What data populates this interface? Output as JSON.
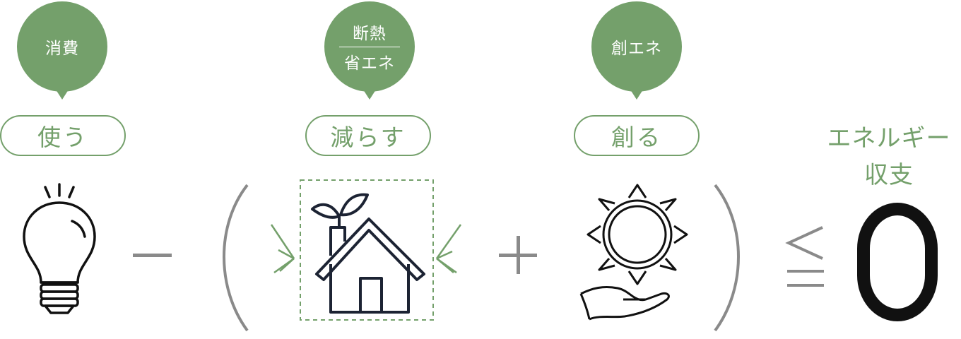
{
  "categories": [
    {
      "key": "consume",
      "bubble": "消費",
      "action": "使う"
    },
    {
      "key": "reduce",
      "bubble_top": "断熱",
      "bubble_bottom": "省エネ",
      "action": "減らす"
    },
    {
      "key": "create",
      "bubble": "創エネ",
      "action": "創る"
    }
  ],
  "result": {
    "label_line1": "エネルギー",
    "label_line2": "収支",
    "value": "0"
  },
  "operators": {
    "minus": "minus",
    "plus": "plus",
    "leq": "less-than-or-equal"
  },
  "colors": {
    "green": "#74a06b",
    "navy": "#1c2333",
    "gray": "#8a8a8a",
    "black": "#111111"
  },
  "icons": [
    "light-bulb-icon",
    "house-icon",
    "sun-in-hand-icon"
  ]
}
